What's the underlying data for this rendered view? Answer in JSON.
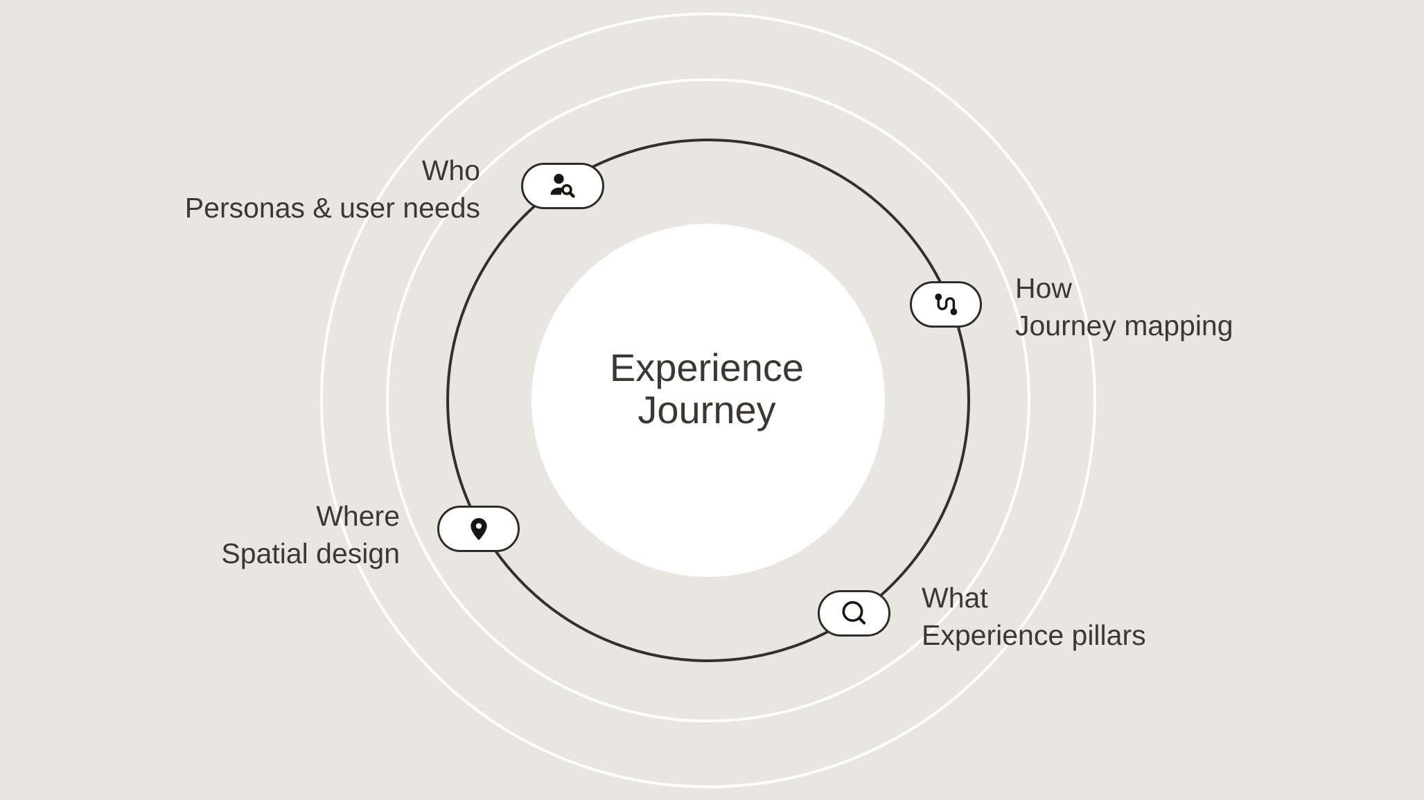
{
  "title": {
    "line1": "Experience",
    "line2": "Journey"
  },
  "nodes": {
    "who": {
      "label": "Who",
      "description": "Personas & user needs",
      "icon": "person-search-icon"
    },
    "how": {
      "label": "How",
      "description": "Journey mapping",
      "icon": "route-icon"
    },
    "where": {
      "label": "Where",
      "description": "Spatial design",
      "icon": "location-pin-icon"
    },
    "what": {
      "label": "What",
      "description": "Experience pillars",
      "icon": "search-icon"
    }
  },
  "colors": {
    "background": "#e8e6e1",
    "ring": "#ffffff",
    "journey_circle_stroke": "#32302d",
    "node_fill": "#ffffff",
    "node_border": "#2d2b28",
    "center_circle_fill": "#fefefe",
    "text": "#3a3835",
    "icon": "#171614"
  }
}
